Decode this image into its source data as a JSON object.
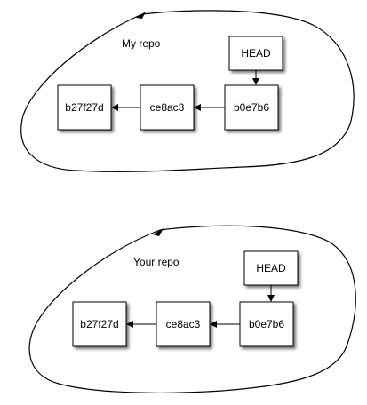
{
  "repos": [
    {
      "label": "My repo",
      "head_label": "HEAD",
      "commits": [
        "b27f27d",
        "ce8ac3",
        "b0e7b6"
      ]
    },
    {
      "label": "Your repo",
      "head_label": "HEAD",
      "commits": [
        "b27f27d",
        "ce8ac3",
        "b0e7b6"
      ]
    }
  ],
  "colors": {
    "stroke": "#000000",
    "box_fill": "#ffffff",
    "shadow": "#9a9a9a",
    "background": "#ffffff"
  }
}
